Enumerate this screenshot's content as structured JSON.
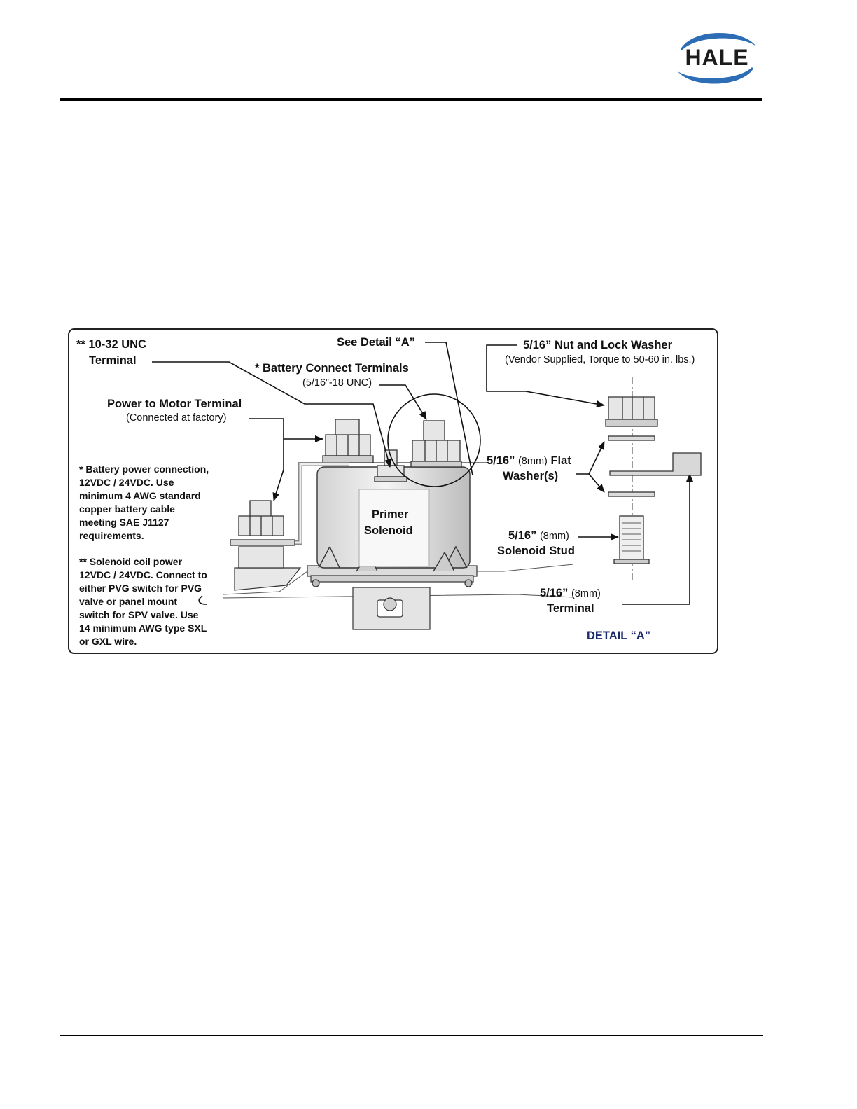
{
  "header": {
    "logo_text": "HALE",
    "logo_colors": {
      "ring": "#2d6db5",
      "text": "#1c1c1c"
    }
  },
  "diagram": {
    "labels": {
      "unc_terminal_line1": "** 10-32 UNC",
      "unc_terminal_line2": "Terminal",
      "see_detail": "See Detail “A”",
      "battery_connect": "* Battery Connect Terminals",
      "battery_connect_sub": "(5/16”-18 UNC)",
      "power_motor": "Power to Motor Terminal",
      "power_motor_sub": "(Connected at factory)",
      "primer_line1": "Primer",
      "primer_line2": "Solenoid",
      "nut_lock": "5/16”  Nut and Lock Washer",
      "nut_lock_sub": "(Vendor Supplied, Torque to 50-60 in. lbs.)",
      "flat_washer_size": "5/16”",
      "flat_washer_mm": "(8mm)",
      "flat_washer_word": "Flat",
      "flat_washer_line2": "Washer(s)",
      "stud_size": "5/16”",
      "stud_mm": "(8mm)",
      "stud_line2": "Solenoid Stud",
      "terminal_size": "5/16”",
      "terminal_mm": "(8mm)",
      "terminal_line2": "Terminal",
      "detail_a": "DETAIL “A”"
    },
    "notes": {
      "battery": [
        "* Battery power connection,",
        "12VDC / 24VDC. Use",
        "minimum 4 AWG standard",
        "copper battery cable",
        "meeting SAE J1127",
        "requirements."
      ],
      "coil": [
        "**  Solenoid coil power",
        "12VDC / 24VDC.  Connect to",
        "either PVG switch for PVG",
        "valve or panel mount",
        "switch for SPV valve.  Use",
        "14 minimum AWG type SXL",
        "or GXL wire."
      ]
    }
  }
}
